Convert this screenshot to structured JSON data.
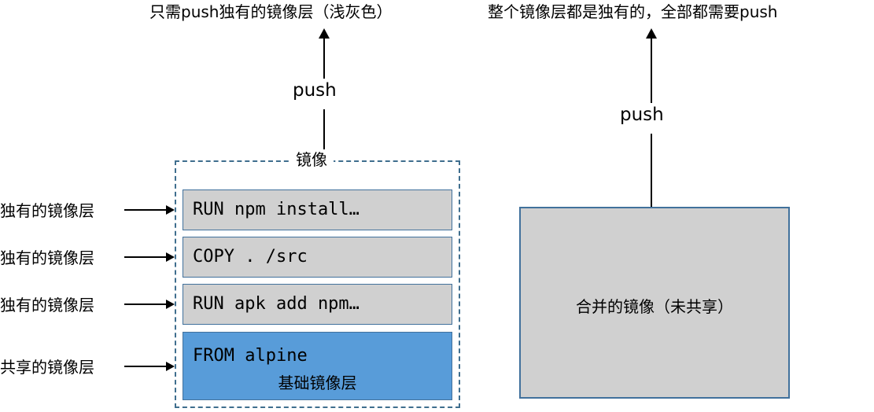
{
  "captions": {
    "left": "只需push独有的镜像层（浅灰色）",
    "right": "整个镜像层都是独有的，全部都需要push"
  },
  "push_labels": {
    "left": "push",
    "right": "push"
  },
  "left_diagram": {
    "container_title": "镜像",
    "layers": [
      {
        "command": "RUN npm install…",
        "type": "unique",
        "side_label": "独有的镜像层",
        "sublabel": ""
      },
      {
        "command": "COPY . /src",
        "type": "unique",
        "side_label": "独有的镜像层",
        "sublabel": ""
      },
      {
        "command": "RUN apk add npm…",
        "type": "unique",
        "side_label": "独有的镜像层",
        "sublabel": ""
      },
      {
        "command": "FROM alpine",
        "type": "base",
        "side_label": "共享的镜像层",
        "sublabel": "基础镜像层"
      }
    ]
  },
  "right_diagram": {
    "box_label": "合并的镜像（未共享）"
  },
  "colors": {
    "unique_layer_fill": "#d0d0d0",
    "base_layer_fill": "#589cd9",
    "layer_border": "#41719c",
    "dashed_border": "#3f6e8e",
    "arrow": "#000000",
    "background": "#ffffff"
  }
}
